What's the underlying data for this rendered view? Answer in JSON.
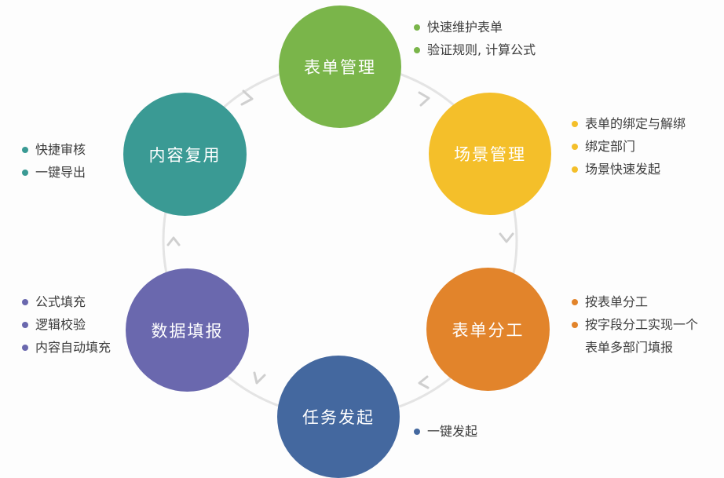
{
  "nodes": [
    {
      "label": "表单管理",
      "color": "#7ab54a",
      "points": [
        "快速维护表单",
        "验证规则, 计算公式"
      ]
    },
    {
      "label": "场景管理",
      "color": "#f4bf2a",
      "points": [
        "表单的绑定与解绑",
        "绑定部门",
        "场景快速发起"
      ]
    },
    {
      "label": "表单分工",
      "color": "#e2842b",
      "points": [
        "按表单分工",
        "按字段分工实现一个",
        "表单多部门填报"
      ]
    },
    {
      "label": "任务发起",
      "color": "#44689f",
      "points": [
        "一键发起"
      ]
    },
    {
      "label": "数据填报",
      "color": "#6a68ae",
      "points": [
        "公式填充",
        "逻辑校验",
        "内容自动填充"
      ]
    },
    {
      "label": "内容复用",
      "color": "#3a9a94",
      "points": [
        "快捷审核",
        "一键导出"
      ]
    }
  ]
}
